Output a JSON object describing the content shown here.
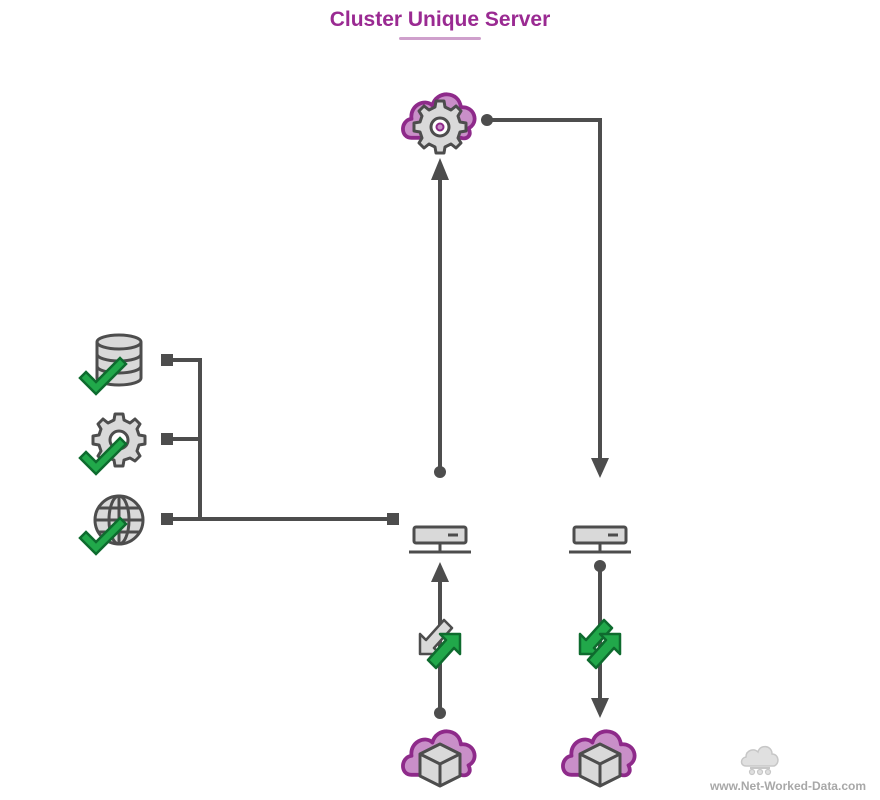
{
  "title": "Cluster Unique Server",
  "watermark": "www.Net-Worked-Data.com",
  "colors": {
    "title": "#9a2a92",
    "line": "#4d4d4d",
    "cloud_fill": "#c98fc8",
    "cloud_stroke": "#8e2a8a",
    "check_green": "#21a84a",
    "icon_gray": "#d9d9d9"
  },
  "nodes": [
    {
      "id": "cloud-service",
      "icon": "cloud-gear-icon"
    },
    {
      "id": "database",
      "icon": "database-icon",
      "status": "ok"
    },
    {
      "id": "settings",
      "icon": "gear-icon",
      "status": "ok"
    },
    {
      "id": "web",
      "icon": "globe-icon",
      "status": "ok"
    },
    {
      "id": "server-left",
      "icon": "server-icon"
    },
    {
      "id": "server-right",
      "icon": "server-icon"
    },
    {
      "id": "cloud-box-left",
      "icon": "cloud-box-icon"
    },
    {
      "id": "cloud-box-right",
      "icon": "cloud-box-icon"
    }
  ],
  "links": [
    {
      "from": "server-left",
      "to": "cloud-service",
      "arrow": "to"
    },
    {
      "from": "cloud-service",
      "to": "server-right",
      "arrow": "to"
    },
    {
      "from": "database",
      "to": "server-left",
      "arrow": "none"
    },
    {
      "from": "settings",
      "to": "server-left",
      "arrow": "none"
    },
    {
      "from": "web",
      "to": "server-left",
      "arrow": "none"
    },
    {
      "from": "cloud-box-left",
      "to": "server-left",
      "arrow": "to",
      "sync": "partial"
    },
    {
      "from": "server-right",
      "to": "cloud-box-right",
      "arrow": "to",
      "sync": "full"
    }
  ]
}
